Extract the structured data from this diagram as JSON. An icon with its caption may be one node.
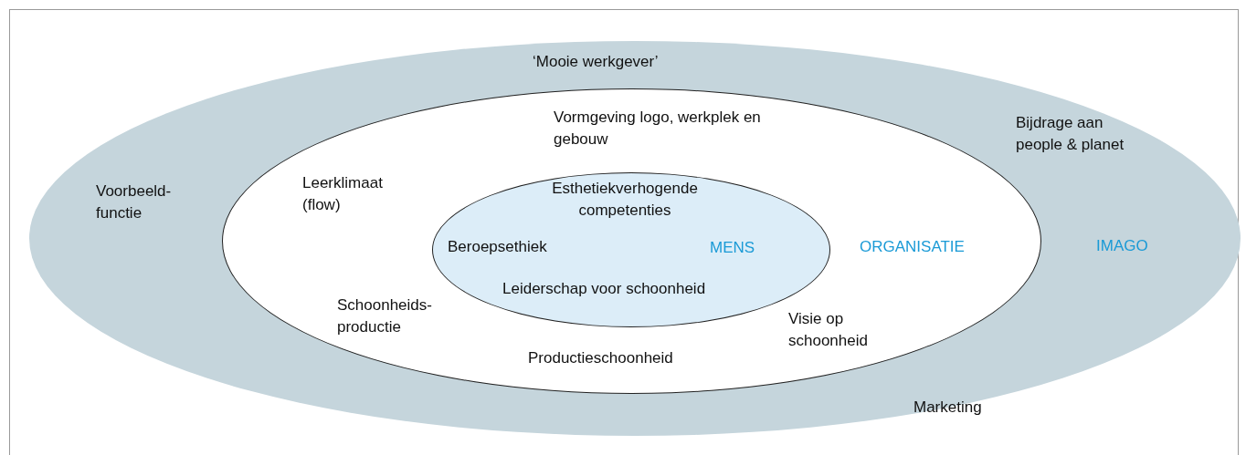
{
  "diagram": {
    "nodes": [
      {
        "text": [
          "‘Mooie werkgever’",
          "Voorbeeld- functie",
          "Bijdrage aan people & planet",
          "IMAGO",
          "Marketing"
        ]
      },
      {
        "text": [
          "Vormgeving logo, werkplek en gebouw",
          "Leerklimaat (flow)",
          "ORGANISATIE",
          "Schoonheids- productie",
          "Visie op schoonheid",
          "Productieschoonheid"
        ],
        "in": 0
      },
      {
        "text": [
          "Esthetiekverhogende competenties",
          "Beroepsethiek",
          "MENS",
          "Leiderschap voor schoonheid"
        ],
        "in": 1
      }
    ]
  }
}
